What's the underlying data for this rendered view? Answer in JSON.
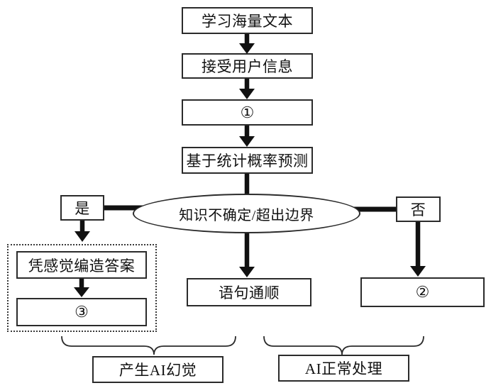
{
  "colors": {
    "background": "#ffffff",
    "ink": "#111111",
    "box_border": "#2b2b2b"
  },
  "flowchart": {
    "nodes": {
      "learn": "学习海量文本",
      "receive": "接受用户信息",
      "step1": "①",
      "predict": "基于统计概率预测",
      "decision": "知识不确定/超出边界",
      "yes": "是",
      "no": "否",
      "fabricate": "凭感觉编造答案",
      "step3": "③",
      "fluent": "语句通顺",
      "step2": "②"
    },
    "group_labels": {
      "hallucination": "产生AI幻觉",
      "normal": "AI正常处理"
    },
    "edges": [
      {
        "from": "learn",
        "to": "receive",
        "style": "arrow"
      },
      {
        "from": "receive",
        "to": "step1",
        "style": "arrow"
      },
      {
        "from": "step1",
        "to": "predict",
        "style": "arrow"
      },
      {
        "from": "predict",
        "to": "decision",
        "style": "line"
      },
      {
        "from": "decision",
        "to": "yes",
        "style": "line"
      },
      {
        "from": "decision",
        "to": "no",
        "style": "line"
      },
      {
        "from": "decision",
        "to": "fluent",
        "style": "arrow"
      },
      {
        "from": "yes",
        "to": "fabricate",
        "style": "arrow"
      },
      {
        "from": "fabricate",
        "to": "step3",
        "style": "arrow"
      },
      {
        "from": "no",
        "to": "step2",
        "style": "arrow"
      }
    ],
    "groups": [
      {
        "label": "产生AI幻觉",
        "members": [
          "fabricate",
          "step3",
          "fluent"
        ],
        "brace": "left"
      },
      {
        "label": "AI正常处理",
        "members": [
          "fluent",
          "step2"
        ],
        "brace": "right"
      }
    ]
  }
}
